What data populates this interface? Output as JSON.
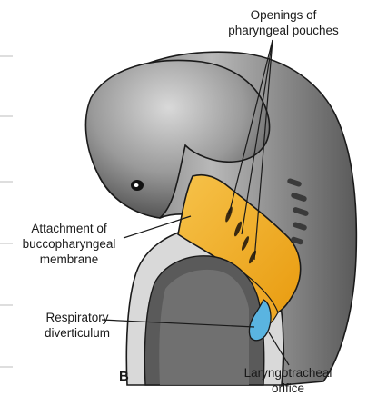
{
  "figure": {
    "panel_letter": "B",
    "labels": {
      "openings": [
        "Openings of",
        "pharyngeal pouches"
      ],
      "attachment": [
        "Attachment of",
        "buccopharyngeal",
        "membrane"
      ],
      "respiratory": [
        "Respiratory",
        "diverticulum"
      ],
      "laryngotracheal": [
        "Laryngotracheal",
        "orifice"
      ]
    },
    "colors": {
      "embryo_gray": "#8f8f8f",
      "pharynx_orange": "#f2b01e",
      "diverticulum_blue": "#5ab4e0",
      "outline": "#1a1a1a"
    }
  }
}
